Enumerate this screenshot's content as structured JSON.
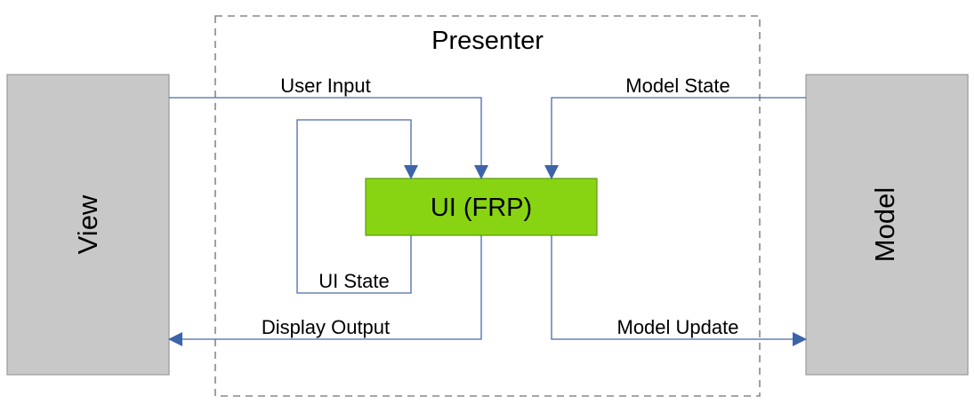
{
  "presenter": {
    "title": "Presenter"
  },
  "view": {
    "label": "View"
  },
  "model": {
    "label": "Model"
  },
  "ui_box": {
    "label": "UI (FRP)"
  },
  "edges": {
    "user_input": "User Input",
    "model_state": "Model State",
    "ui_state": "UI State",
    "display_output": "Display Output",
    "model_update": "Model Update"
  },
  "colors": {
    "side_box_fill": "#c8c8c8",
    "side_box_stroke": "#9a9a9a",
    "ui_fill": "#88d413",
    "ui_stroke": "#5d9a0e",
    "line": "#4a6aa8",
    "arrow": "#3d63a8",
    "dash": "#888888",
    "text": "#000000"
  }
}
